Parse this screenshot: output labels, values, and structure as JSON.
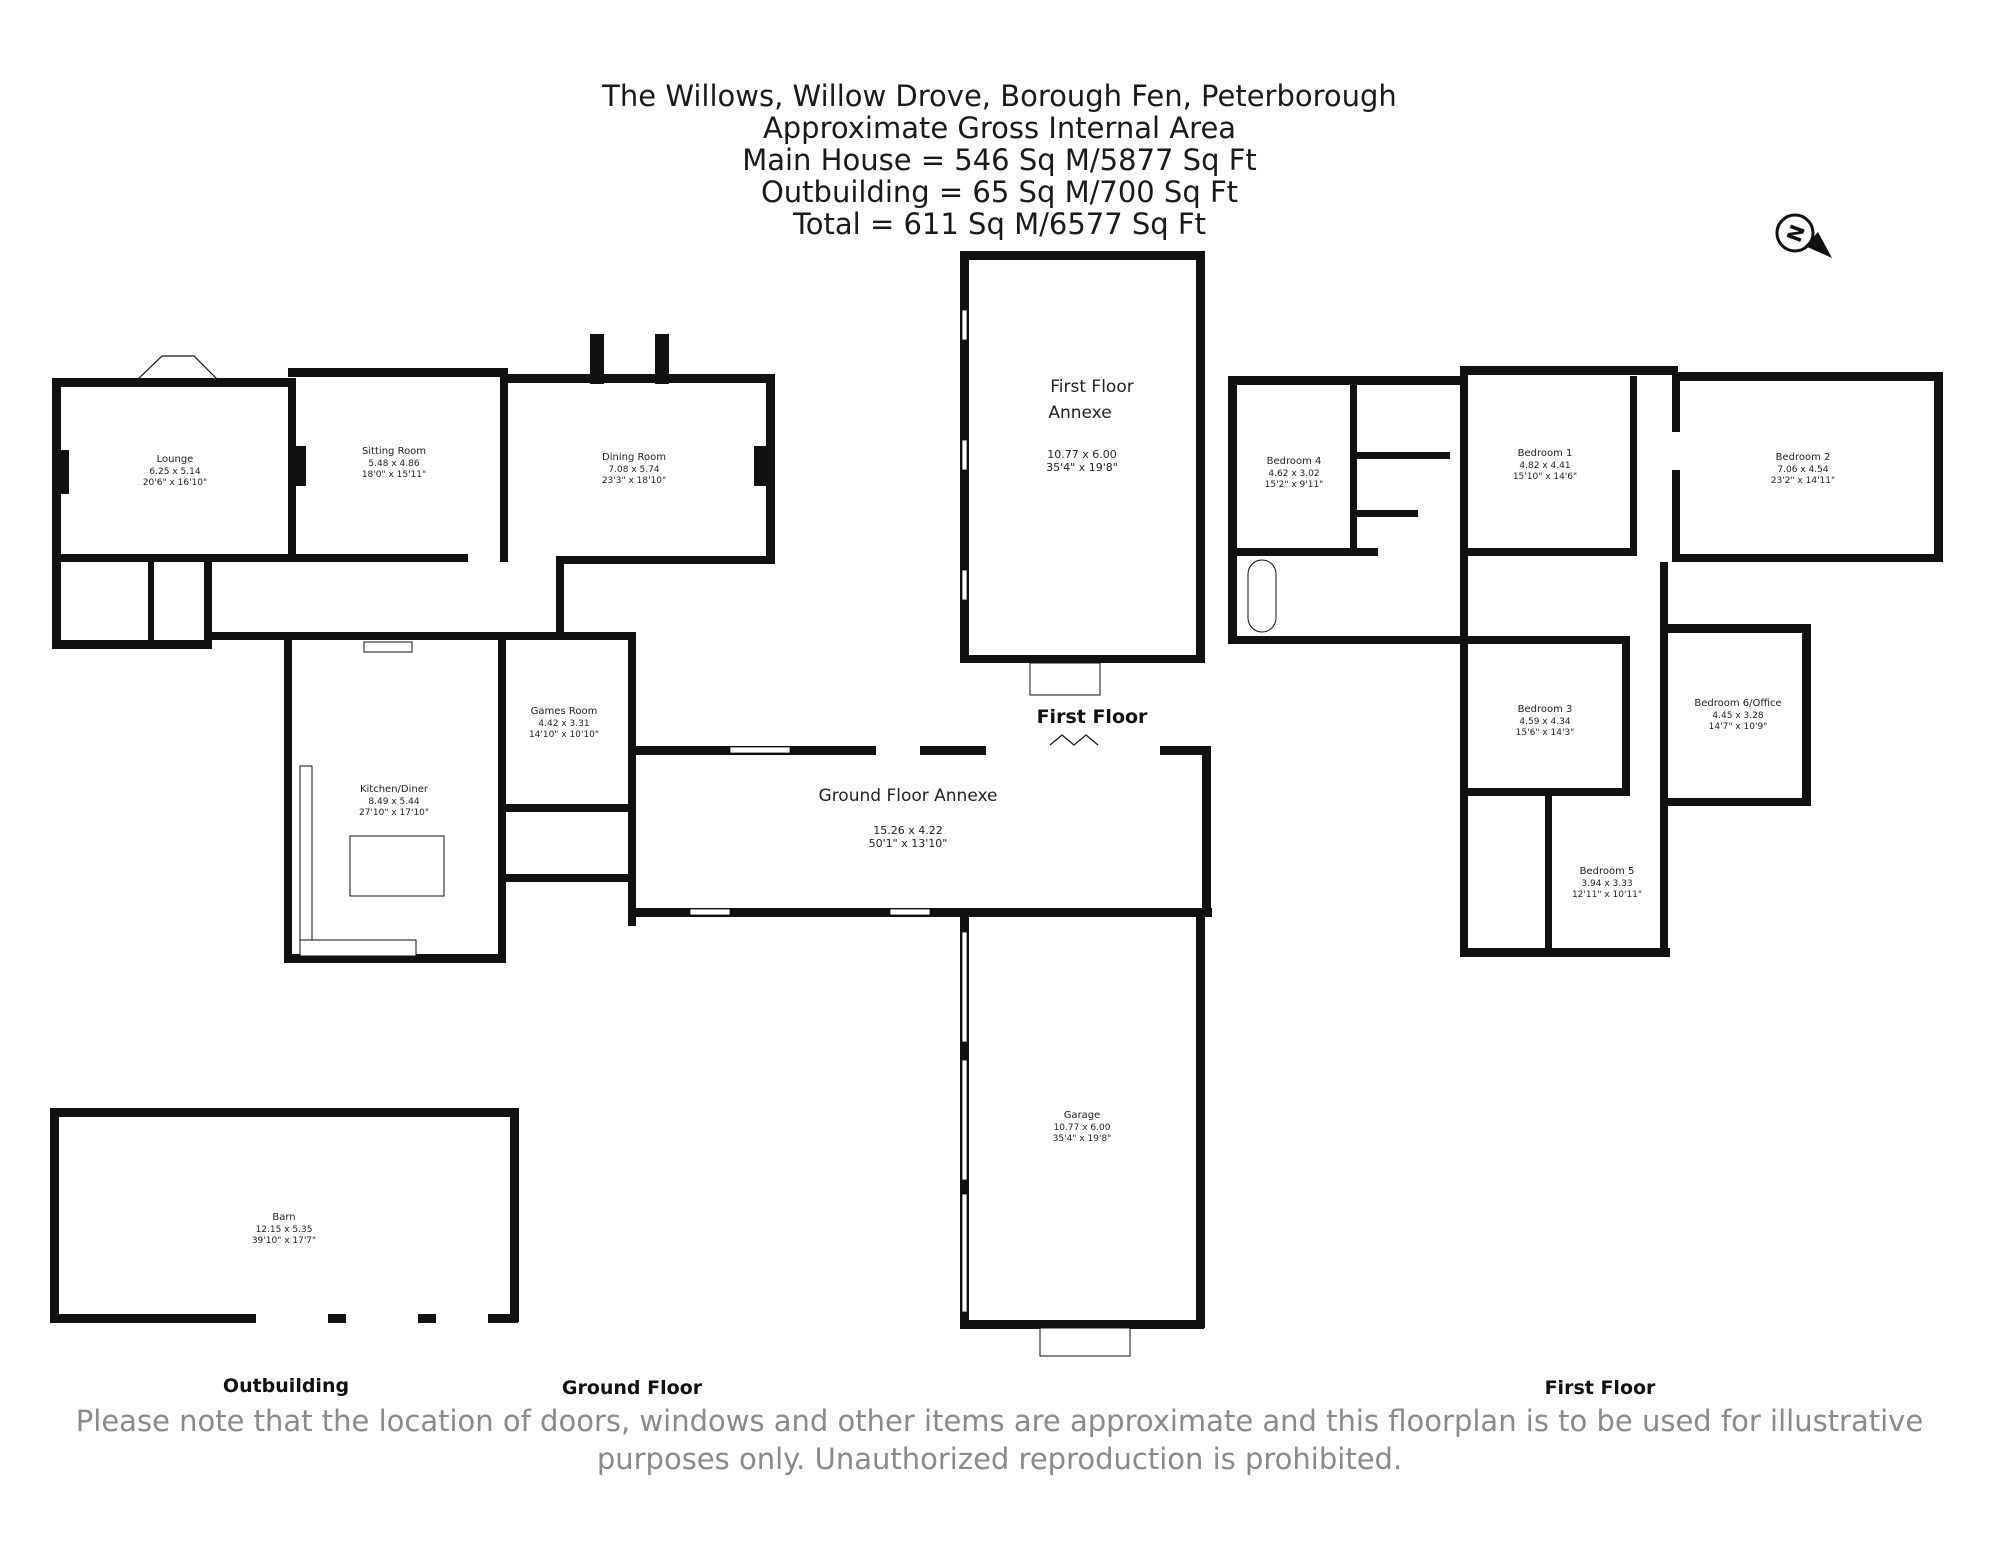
{
  "header": {
    "line1": "The Willows, Willow Drove, Borough Fen, Peterborough",
    "line2": "Approximate Gross Internal Area",
    "line3": "Main House = 546 Sq M/5877 Sq Ft",
    "line4": "Outbuilding = 65 Sq M/700 Sq Ft",
    "line5": "Total = 611 Sq M/6577 Sq Ft"
  },
  "floors": {
    "ground": "Ground Floor",
    "first": "First Floor",
    "annexe_first": "First Floor",
    "outbuilding": "Outbuilding"
  },
  "rooms": {
    "lounge": {
      "name": "Lounge",
      "metric": "6.25 x 5.14",
      "imperial": "20'6\" x 16'10\""
    },
    "sitting": {
      "name": "Sitting Room",
      "metric": "5.48 x 4.86",
      "imperial": "18'0\" x 15'11\""
    },
    "dining": {
      "name": "Dining Room",
      "metric": "7.08 x 5.74",
      "imperial": "23'3\" x 18'10\""
    },
    "kitchen": {
      "name": "Kitchen/Diner",
      "metric": "8.49 x 5.44",
      "imperial": "27'10\" x 17'10\""
    },
    "games": {
      "name": "Games Room",
      "metric": "4.42 x 3.31",
      "imperial": "14'10\" x 10'10\""
    },
    "gf_annexe": {
      "name": "Ground Floor Annexe",
      "metric": "15.26 x 4.22",
      "imperial": "50'1\" x 13'10\""
    },
    "ff_annexe": {
      "name1": "First Floor",
      "name2": "Annexe",
      "metric": "10.77 x 6.00",
      "imperial": "35'4\" x 19'8\""
    },
    "garage": {
      "name": "Garage",
      "metric": "10.77 x 6.00",
      "imperial": "35'4\" x 19'8\""
    },
    "barn": {
      "name": "Barn",
      "metric": "12.15 x 5.35",
      "imperial": "39'10\" x 17'7\""
    },
    "bedroom4": {
      "name": "Bedroom 4",
      "metric": "4.62 x 3.02",
      "imperial": "15'2\" x 9'11\""
    },
    "bedroom1": {
      "name": "Bedroom 1",
      "metric": "4.82 x 4.41",
      "imperial": "15'10\" x 14'6\""
    },
    "bedroom2": {
      "name": "Bedroom 2",
      "metric": "7.06 x 4.54",
      "imperial": "23'2\" x 14'11\""
    },
    "bedroom3": {
      "name": "Bedroom 3",
      "metric": "4.59 x 4.34",
      "imperial": "15'6\" x 14'3\""
    },
    "bedroom6": {
      "name": "Bedroom 6/Office",
      "metric": "4.45 x 3.28",
      "imperial": "14'7\" x 10'9\""
    },
    "bedroom5": {
      "name": "Bedroom 5",
      "metric": "3.94 x 3.33",
      "imperial": "12'11\" x 10'11\""
    }
  },
  "compass": {
    "letter": "N"
  },
  "footer": {
    "line1": "Please note that the location of doors, windows and other items are approximate and this floorplan is to be used for illustrative",
    "line2": "purposes only. Unauthorized reproduction is prohibited."
  }
}
